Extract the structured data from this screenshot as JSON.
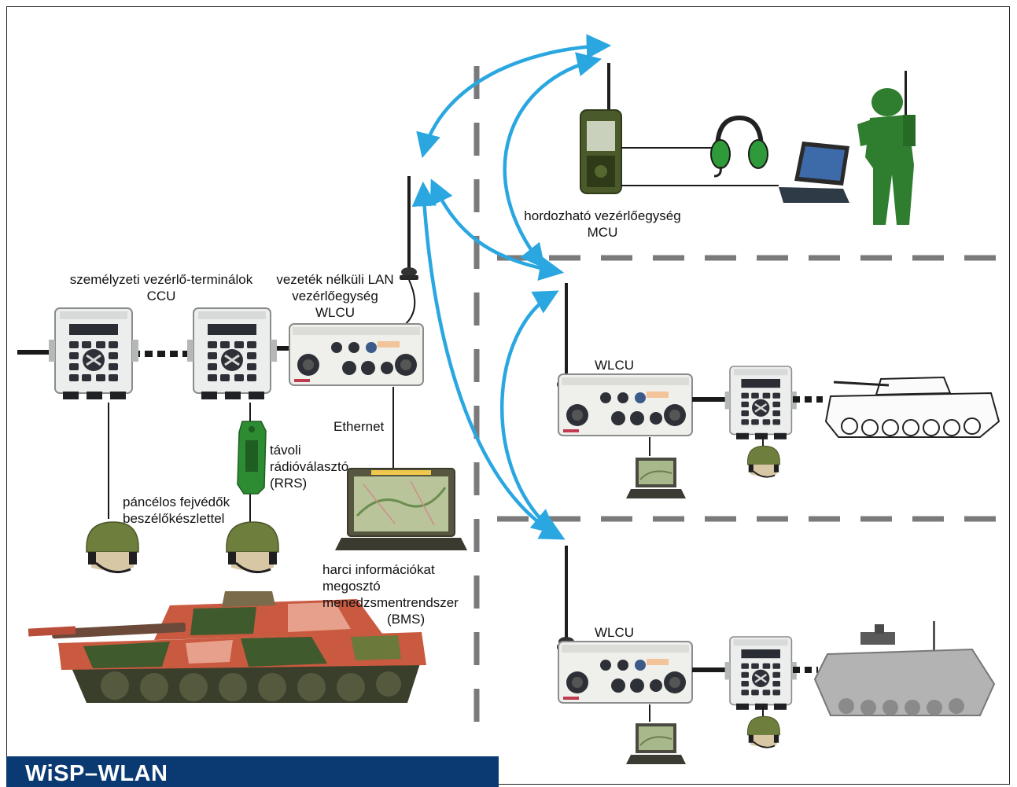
{
  "banner": {
    "title": "WiSP–WLAN"
  },
  "labels": {
    "ccu_line1": "személyzeti vezérlő-terminálok",
    "ccu_line2": "CCU",
    "wlcu_main_line1": "vezeték nélküli LAN",
    "wlcu_main_line2": "vezérlőegység",
    "wlcu_main_line3": "WLCU",
    "ethernet": "Ethernet",
    "rrs_line1": "távoli",
    "rrs_line2": "rádióválasztó",
    "rrs_line3": "(RRS)",
    "helmets_line1": "páncélos fejvédők",
    "helmets_line2": "beszélőkészlettel",
    "bms_line1": "harci információkat",
    "bms_line2": "megosztó",
    "bms_line3": "menedzsmentrendszer",
    "bms_line4": "(BMS)",
    "mcu_line1": "hordozható vezérlőegység",
    "mcu_line2": "MCU",
    "wlcu_mid": "WLCU",
    "wlcu_bottom": "WLCU"
  },
  "colors": {
    "link_arrow": "#2aa7e0",
    "divider": "#7a7a7a",
    "banner": "#0b3a72",
    "tank_camo": [
      "#c9593f",
      "#3f5a2c",
      "#e7a08c",
      "#6b7a3a"
    ],
    "soldier": "#2f7d2f"
  },
  "icons": [
    "ccu-terminal-icon",
    "wlcu-unit-icon",
    "antenna-icon",
    "rrs-radio-icon",
    "helmet-icon",
    "bms-laptop-icon",
    "tank-icon",
    "manpack-radio-icon",
    "headset-icon",
    "laptop-icon",
    "soldier-icon",
    "ifv-vehicle-icon",
    "apc-vehicle-icon"
  ]
}
